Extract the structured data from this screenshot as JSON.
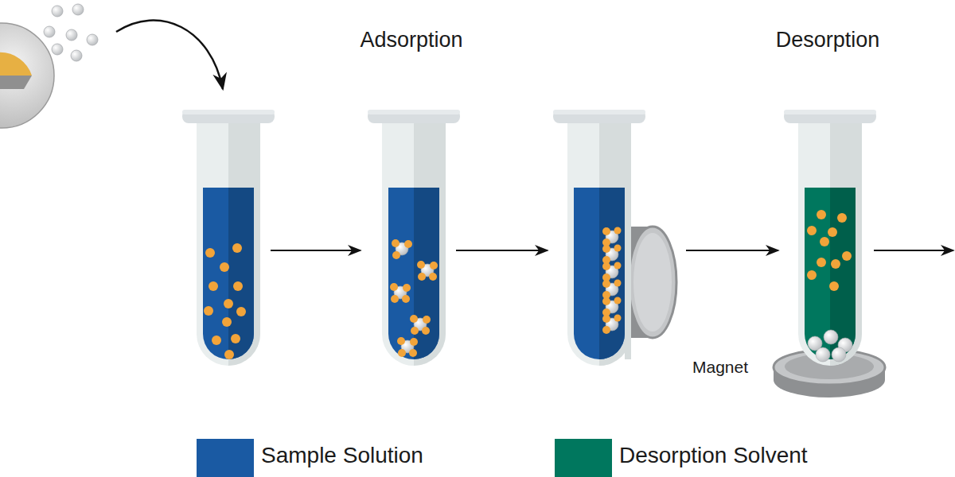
{
  "diagram": {
    "labels": [
      "Adsorption",
      "Desorption",
      "Magnet"
    ],
    "legend": [
      {
        "text": "Sample Solution",
        "color": "#1a5aa3"
      },
      {
        "text": "Desorption Solvent",
        "color": "#00775e"
      }
    ]
  }
}
